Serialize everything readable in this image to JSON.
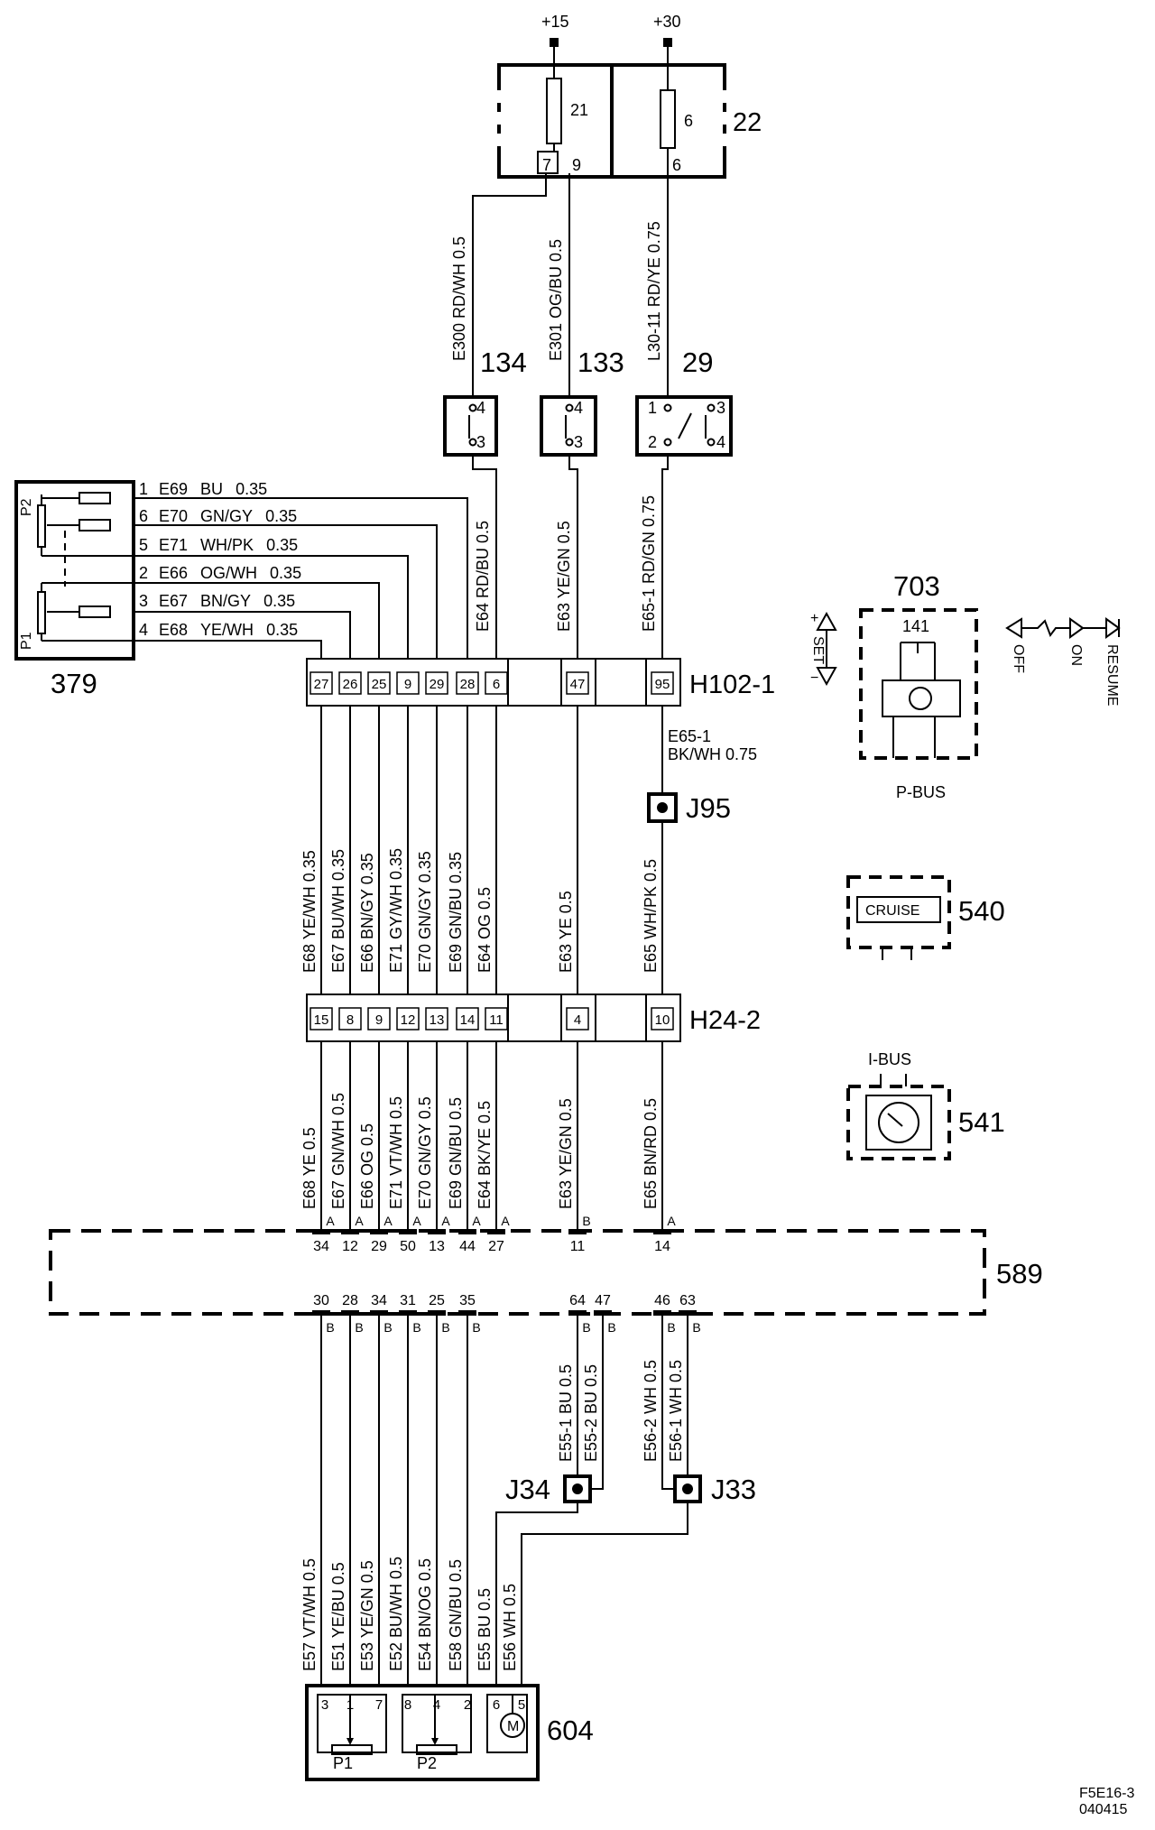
{
  "power": {
    "plus15": "+15",
    "plus30": "+30"
  },
  "fusebox": {
    "fuse_left_num": "21",
    "fuse_left_pins": [
      "7",
      "9"
    ],
    "fuse_right_num": "6",
    "fuse_right_pin": "6",
    "label": "22"
  },
  "wires_top": {
    "e300": "E300  RD/WH 0.5",
    "e301": "E301  OG/BU 0.5",
    "l30": "L30-11  RD/YE 0.75"
  },
  "switches": {
    "s134": {
      "label": "134",
      "pins": [
        "4",
        "3"
      ]
    },
    "s133": {
      "label": "133",
      "pins": [
        "4",
        "3"
      ]
    },
    "s29": {
      "label": "29",
      "pins": [
        "1",
        "3",
        "2",
        "4"
      ]
    }
  },
  "wires_mid": {
    "e64": "E64  RD/BU 0.5",
    "e63": "E63  YE/GN 0.5",
    "e65_1": "E65-1  RD/GN 0.75"
  },
  "comp379": {
    "label": "379",
    "p1": "P1",
    "p2": "P2",
    "wires": [
      {
        "pin": "1",
        "code": "E69",
        "color": "BU",
        "size": "0.35"
      },
      {
        "pin": "6",
        "code": "E70",
        "color": "GN/GY",
        "size": "0.35"
      },
      {
        "pin": "5",
        "code": "E71",
        "color": "WH/PK",
        "size": "0.35"
      },
      {
        "pin": "2",
        "code": "E66",
        "color": "OG/WH",
        "size": "0.35"
      },
      {
        "pin": "3",
        "code": "E67",
        "color": "BN/GY",
        "size": "0.35"
      },
      {
        "pin": "4",
        "code": "E68",
        "color": "YE/WH",
        "size": "0.35"
      }
    ]
  },
  "h102": {
    "label": "H102-1",
    "pins": [
      "27",
      "26",
      "25",
      "9",
      "29",
      "28",
      "6",
      "47",
      "95"
    ]
  },
  "e65_1_bk": {
    "line1": "E65-1",
    "line2": "BK/WH 0.75"
  },
  "j95": {
    "label": "J95"
  },
  "wires_h102_h24": [
    "E68  YE/WH 0.35",
    "E67  BU/WH 0.35",
    "E66  BN/GY 0.35",
    "E71  GY/WH 0.35",
    "E70  GN/GY 0.35",
    "E69  GN/BU 0.35",
    "E64  OG  0.5",
    "E63  YE  0.5",
    "E65  WH/PK 0.5"
  ],
  "h24": {
    "label": "H24-2",
    "pins": [
      "15",
      "8",
      "9",
      "12",
      "13",
      "14",
      "11",
      "4",
      "10"
    ]
  },
  "wires_h24_589": [
    "E68  YE  0.5",
    "E67  GN/WH 0.5",
    "E66  OG  0.5",
    "E71  VT/WH 0.5",
    "E70  GN/GY 0.5",
    "E69  GN/BU 0.5",
    "E64  BK/YE  0.5",
    "E63  YE/GN 0.5",
    "E65  BN/RD  0.5"
  ],
  "ecu589": {
    "label": "589",
    "top_conn": [
      "A",
      "A",
      "A",
      "A",
      "A",
      "A",
      "A",
      "B",
      "A"
    ],
    "top_pins": [
      "34",
      "12",
      "29",
      "50",
      "13",
      "44",
      "27",
      "11",
      "14"
    ],
    "bottom_pins": [
      "30",
      "28",
      "34",
      "31",
      "25",
      "35",
      "64",
      "47",
      "46",
      "63"
    ],
    "bottom_conn": [
      "B",
      "B",
      "B",
      "B",
      "B",
      "B",
      "B",
      "B",
      "B",
      "B"
    ]
  },
  "wires_589_j": [
    "E55-1  BU  0.5",
    "E55-2  BU  0.5",
    "E56-2  WH  0.5",
    "E56-1  WH  0.5"
  ],
  "j34": {
    "label": "J34"
  },
  "j33": {
    "label": "J33"
  },
  "wires_604": [
    "E57  VT/WH 0.5",
    "E51  YE/BU  0.5",
    "E53  YE/GN 0.5",
    "E52  BU/WH 0.5",
    "E54  BN/OG 0.5",
    "E58  GN/BU 0.5",
    "E55  BU  0.5",
    "E56  WH  0.5"
  ],
  "comp604": {
    "label": "604",
    "pins": [
      "3",
      "1",
      "7",
      "8",
      "4",
      "2",
      "6",
      "5"
    ],
    "p1": "P1",
    "p2": "P2",
    "motor": "M"
  },
  "comp703": {
    "label": "703",
    "switch_num": "141",
    "bus": "P-BUS"
  },
  "stalk": {
    "set": "SET",
    "plus": "+",
    "minus": "−",
    "off": "OFF",
    "on": "ON",
    "resume": "RESUME"
  },
  "comp540": {
    "label": "540",
    "text": "CRUISE"
  },
  "comp541": {
    "label": "541",
    "bus": "I-BUS"
  },
  "footer": {
    "line1": "F5E16-3",
    "line2": "040415"
  }
}
